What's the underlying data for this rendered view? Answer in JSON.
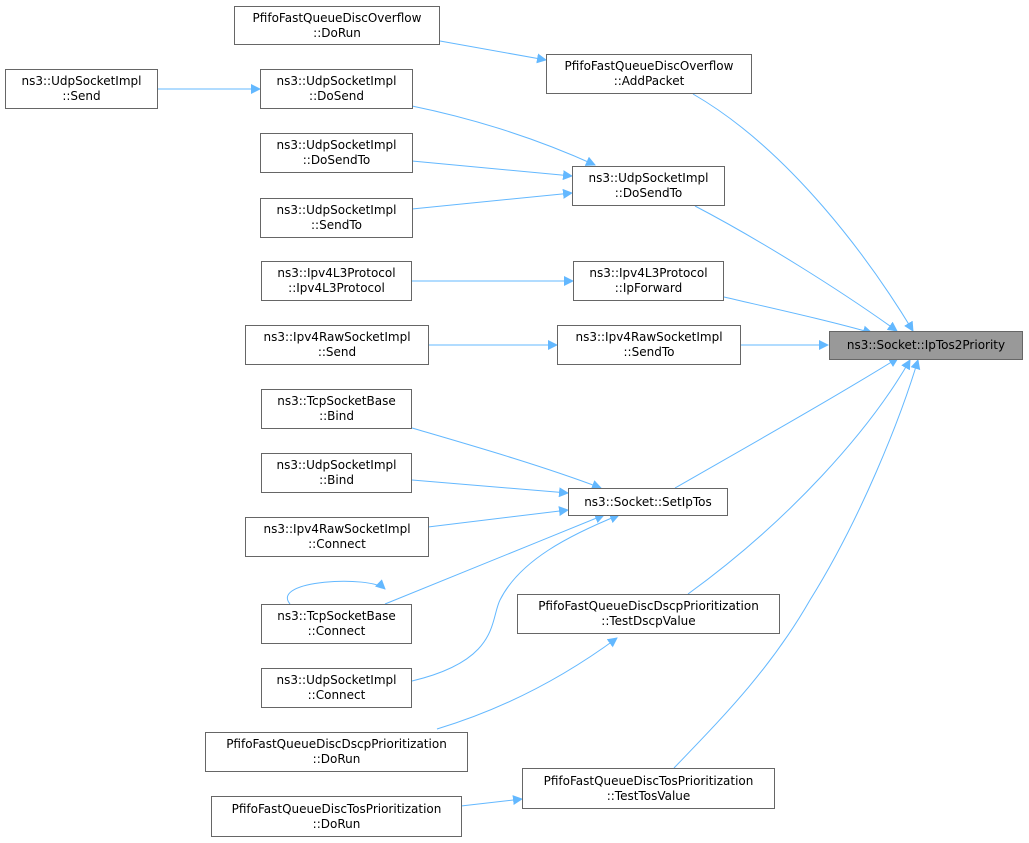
{
  "colors": {
    "edge": "#63b8ff",
    "node_border": "#666666",
    "root_fill": "#999999"
  },
  "nodes": {
    "root": {
      "l1": "ns3::Socket::IpTos2Priority",
      "l2": ""
    },
    "ovf_addpacket": {
      "l1": "PfifoFastQueueDiscOverflow",
      "l2": "::AddPacket"
    },
    "ovf_dorun": {
      "l1": "PfifoFastQueueDiscOverflow",
      "l2": "::DoRun"
    },
    "udp_dosendto": {
      "l1": "ns3::UdpSocketImpl",
      "l2": "::DoSendTo"
    },
    "udp_dosend": {
      "l1": "ns3::UdpSocketImpl",
      "l2": "::DoSend"
    },
    "udp_send": {
      "l1": "ns3::UdpSocketImpl",
      "l2": "::Send"
    },
    "udp_dosendto2": {
      "l1": "ns3::UdpSocketImpl",
      "l2": "::DoSendTo"
    },
    "udp_sendto": {
      "l1": "ns3::UdpSocketImpl",
      "l2": "::SendTo"
    },
    "ipv4_ipforward": {
      "l1": "ns3::Ipv4L3Protocol",
      "l2": "::IpForward"
    },
    "ipv4_ctor": {
      "l1": "ns3::Ipv4L3Protocol",
      "l2": "::Ipv4L3Protocol"
    },
    "raw_sendto": {
      "l1": "ns3::Ipv4RawSocketImpl",
      "l2": "::SendTo"
    },
    "raw_send": {
      "l1": "ns3::Ipv4RawSocketImpl",
      "l2": "::Send"
    },
    "setiptos": {
      "l1": "ns3::Socket::SetIpTos",
      "l2": ""
    },
    "tcp_bind": {
      "l1": "ns3::TcpSocketBase",
      "l2": "::Bind"
    },
    "udp_bind": {
      "l1": "ns3::UdpSocketImpl",
      "l2": "::Bind"
    },
    "raw_connect": {
      "l1": "ns3::Ipv4RawSocketImpl",
      "l2": "::Connect"
    },
    "tcp_connect": {
      "l1": "ns3::TcpSocketBase",
      "l2": "::Connect"
    },
    "udp_connect": {
      "l1": "ns3::UdpSocketImpl",
      "l2": "::Connect"
    },
    "dscp_test": {
      "l1": "PfifoFastQueueDiscDscpPrioritization",
      "l2": "::TestDscpValue"
    },
    "dscp_dorun": {
      "l1": "PfifoFastQueueDiscDscpPrioritization",
      "l2": "::DoRun"
    },
    "tos_test": {
      "l1": "PfifoFastQueueDiscTosPrioritization",
      "l2": "::TestTosValue"
    },
    "tos_dorun": {
      "l1": "PfifoFastQueueDiscTosPrioritization",
      "l2": "::DoRun"
    }
  }
}
